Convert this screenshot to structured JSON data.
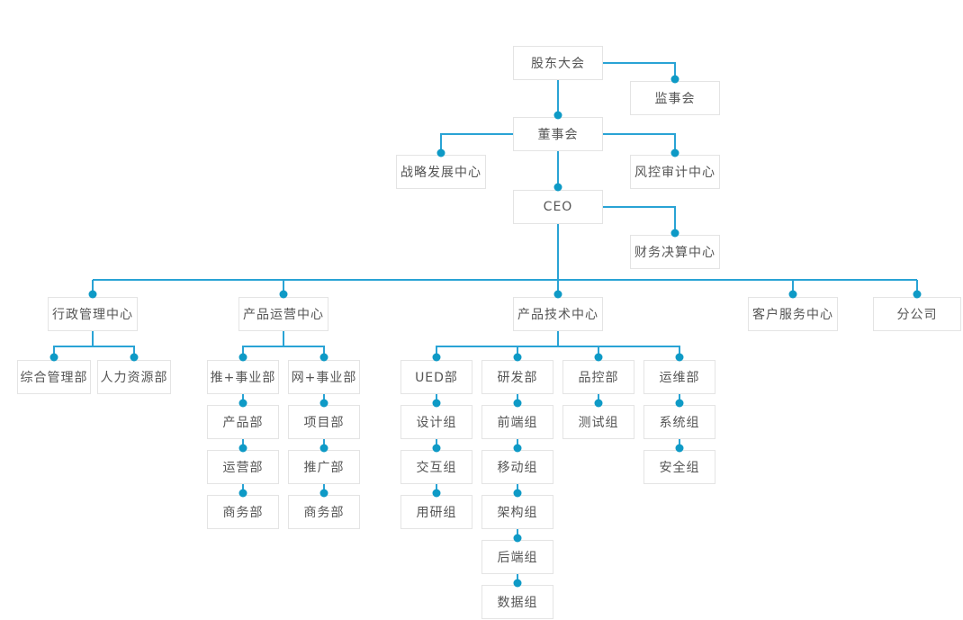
{
  "page": {
    "background": "#ffffff"
  },
  "diagram": {
    "type": "org-chart",
    "colors": {
      "line": "#29a3d5",
      "dot": "#0e9ac6",
      "box_background": "#ffffff",
      "box_border": "#e4e4e4",
      "text": "#555555"
    }
  },
  "labels": {
    "shareholders_meeting": "股东大会",
    "supervisory_board": "监事会",
    "board_of_directors": "董事会",
    "strategy_dev_center": "战略发展中心",
    "risk_audit_center": "风控审计中心",
    "ceo": "CEO",
    "financial_center": "财务决算中心",
    "admin_center": "行政管理中心",
    "product_ops_center": "产品运营中心",
    "product_tech_center": "产品技术中心",
    "customer_service_center": "客户服务中心",
    "branch_company": "分公司",
    "general_mgmt_dept": "综合管理部",
    "hr_dept": "人力资源部",
    "tui_division": "推+事业部",
    "wang_division": "网+事业部",
    "ued_dept": "UED部",
    "rd_dept": "研发部",
    "qc_dept": "品控部",
    "om_dept": "运维部",
    "product_dept": "产品部",
    "operations_dept": "运营部",
    "business_dept_a": "商务部",
    "project_dept": "项目部",
    "promotion_dept": "推广部",
    "business_dept_b": "商务部",
    "design_group": "设计组",
    "interaction_group": "交互组",
    "user_research_group": "用研组",
    "frontend_group": "前端组",
    "mobile_group": "移动组",
    "architecture_group": "架构组",
    "backend_group": "后端组",
    "data_group": "数据组",
    "testing_group": "测试组",
    "system_group": "系统组",
    "security_group": "安全组"
  },
  "hierarchy": {
    "label": "股东大会",
    "children": [
      {
        "label": "监事会"
      },
      {
        "label": "董事会",
        "children": [
          {
            "label": "战略发展中心"
          },
          {
            "label": "风控审计中心"
          },
          {
            "label": "CEO",
            "children": [
              {
                "label": "财务决算中心"
              },
              {
                "label": "行政管理中心",
                "children": [
                  {
                    "label": "综合管理部"
                  },
                  {
                    "label": "人力资源部"
                  }
                ]
              },
              {
                "label": "产品运营中心",
                "children": [
                  {
                    "label": "推+事业部",
                    "children": [
                      {
                        "label": "产品部"
                      },
                      {
                        "label": "运营部"
                      },
                      {
                        "label": "商务部"
                      }
                    ]
                  },
                  {
                    "label": "网+事业部",
                    "children": [
                      {
                        "label": "项目部"
                      },
                      {
                        "label": "推广部"
                      },
                      {
                        "label": "商务部"
                      }
                    ]
                  }
                ]
              },
              {
                "label": "产品技术中心",
                "children": [
                  {
                    "label": "UED部",
                    "children": [
                      {
                        "label": "设计组"
                      },
                      {
                        "label": "交互组"
                      },
                      {
                        "label": "用研组"
                      }
                    ]
                  },
                  {
                    "label": "研发部",
                    "children": [
                      {
                        "label": "前端组"
                      },
                      {
                        "label": "移动组"
                      },
                      {
                        "label": "架构组"
                      },
                      {
                        "label": "后端组"
                      },
                      {
                        "label": "数据组"
                      }
                    ]
                  },
                  {
                    "label": "品控部",
                    "children": [
                      {
                        "label": "测试组"
                      }
                    ]
                  },
                  {
                    "label": "运维部",
                    "children": [
                      {
                        "label": "系统组"
                      },
                      {
                        "label": "安全组"
                      }
                    ]
                  }
                ]
              },
              {
                "label": "客户服务中心"
              },
              {
                "label": "分公司"
              }
            ]
          }
        ]
      }
    ]
  }
}
